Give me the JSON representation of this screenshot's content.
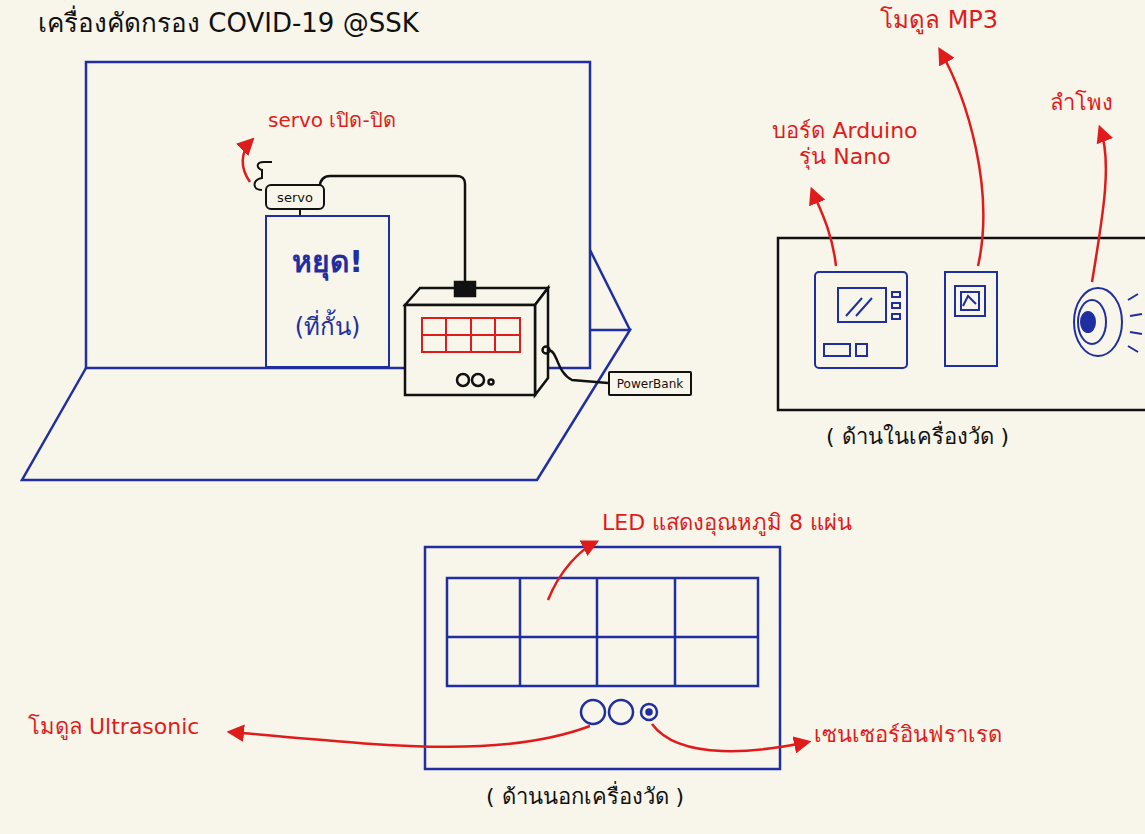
{
  "diagram": {
    "title": "เครื่องคัดกรอง COVID-19 @SSK",
    "nodes": [
      {
        "text": [
          "servo"
        ]
      },
      {
        "text": [
          "หยุด!",
          "(ที่กั้น)"
        ]
      },
      {
        "text": [
          "PowerBank"
        ]
      }
    ],
    "labels": [
      "servo เปิด-ปิด",
      "บอร์ด Arduino รุ่น Nano",
      "โมดูล MP3",
      "ลำโพง",
      "( ด้านในเครื่องวัด )",
      "LED แสดงอุณหภูมิ 8 แผ่น",
      "โมดูล Ultrasonic",
      "เซนเซอร์อินฟราเรด",
      "( ด้านนอกเครื่องวัด )"
    ]
  }
}
